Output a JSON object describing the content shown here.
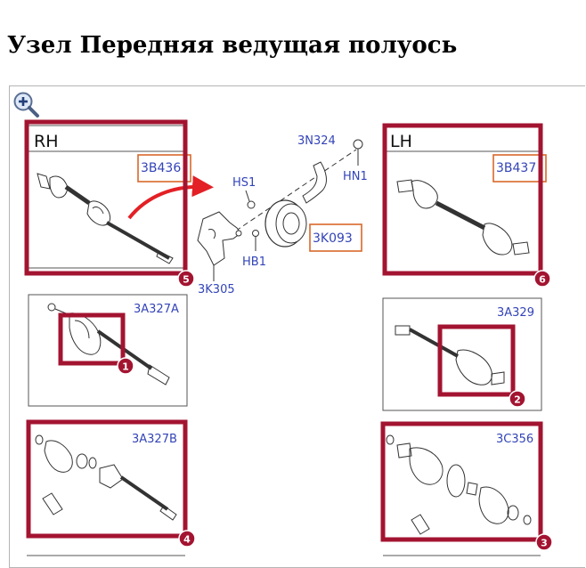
{
  "page": {
    "title": "Узел Передняя ведущая полуось"
  },
  "toolbar": {
    "zoom_icon": "zoom-in-icon"
  },
  "colors": {
    "highlight": "#a31431",
    "part_label": "#3344b8",
    "orange_box": "#d9682a",
    "arrow": "#e32025",
    "line": "#333333"
  },
  "diagram": {
    "rh_label": "RH",
    "lh_label": "LH",
    "parts": {
      "p3B436": "3B436",
      "p3N324": "3N324",
      "pHS1": "HS1",
      "pHN1": "HN1",
      "p3K093": "3K093",
      "pHB1": "HB1",
      "p3K305": "3K305",
      "p3B437": "3B437",
      "p3A327A": "3A327A",
      "p3A329": "3A329",
      "p3A327B": "3A327B",
      "p3C356": "3C356"
    },
    "badges": {
      "b1": "1",
      "b2": "2",
      "b3": "3",
      "b4": "4",
      "b5": "5",
      "b6": "6"
    }
  }
}
